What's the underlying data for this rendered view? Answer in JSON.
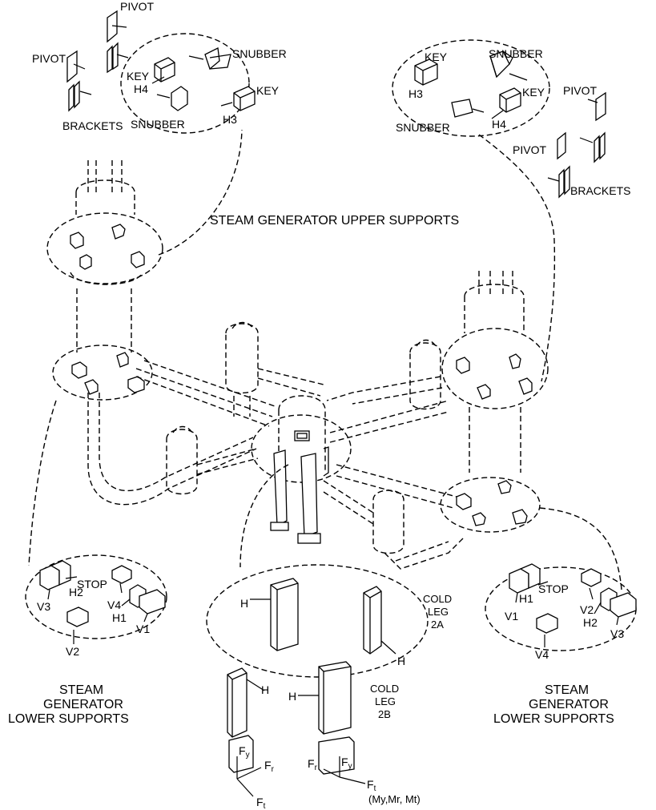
{
  "title": "STEAM GENERATOR UPPER SUPPORTS",
  "upper_left": {
    "pivot_top": "PIVOT",
    "pivot_left": "PIVOT",
    "brackets": "BRACKETS",
    "snubber_top": "SNUBBER",
    "snubber_bottom": "SNUBBER",
    "key_left": "KEY",
    "key_right": "KEY",
    "h4": "H4",
    "h3": "H3"
  },
  "upper_right": {
    "key": "KEY",
    "snubber_top": "SNUBBER",
    "key_right": "KEY",
    "pivot_top": "PIVOT",
    "pivot_mid": "PIVOT",
    "snubber_bottom": "SNUBBER",
    "brackets": "BRACKETS",
    "h3": "H3",
    "h4": "H4"
  },
  "lower_left": {
    "stop": "STOP",
    "h2": "H2",
    "v3": "V3",
    "v4": "V4",
    "h1": "H1",
    "v1": "V1",
    "v2": "V2",
    "caption_1": "STEAM",
    "caption_2": "GENERATOR",
    "caption_3": "LOWER SUPPORTS"
  },
  "lower_right": {
    "stop": "STOP",
    "h1": "H1",
    "v1": "V1",
    "v2": "V2",
    "h2": "H2",
    "v3": "V3",
    "v4": "V4",
    "caption_1": "STEAM",
    "caption_2": "GENERATOR",
    "caption_3": "LOWER SUPPORTS"
  },
  "cold_leg": {
    "h_a": "H",
    "h_b": "H",
    "h_c": "H",
    "h_d": "H",
    "leg_2a_1": "COLD",
    "leg_2a_2": "LEG",
    "leg_2a_3": "2A",
    "leg_2b_1": "COLD",
    "leg_2b_2": "LEG",
    "leg_2b_3": "2B"
  },
  "axes_left": {
    "fy": "F",
    "fy_sub": "y",
    "fr": "F",
    "fr_sub": "r",
    "ft": "F",
    "ft_sub": "t"
  },
  "axes_right": {
    "fr": "F",
    "fr_sub": "r",
    "fy": "F",
    "fy_sub": "y",
    "ft": "F",
    "ft_sub": "t",
    "moments": "(My,Mr, Mt)"
  }
}
